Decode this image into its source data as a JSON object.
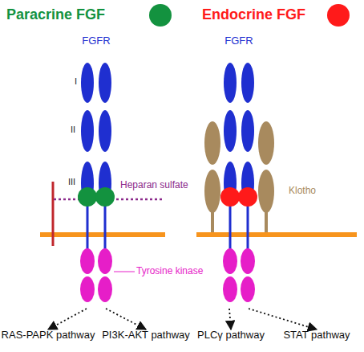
{
  "diagram": {
    "nodes": [
      {
        "text": [
          "FGFR"
        ]
      },
      {
        "text": [
          "FGFR"
        ]
      },
      {
        "text": [
          "RAS-PAPK pathway"
        ]
      },
      {
        "text": [
          "PI3K-AKT pathway"
        ]
      },
      {
        "text": [
          "PLCγ pathway"
        ]
      },
      {
        "text": [
          "STAT pathway"
        ]
      }
    ],
    "edges": [
      {
        "from": 0,
        "to": 2,
        "arrow": "to"
      },
      {
        "from": 0,
        "to": 3,
        "arrow": "to"
      },
      {
        "from": 1,
        "to": 4,
        "arrow": "to"
      },
      {
        "from": 1,
        "to": 5,
        "arrow": "to"
      }
    ],
    "labels": [
      "I",
      "II",
      "III",
      "Heparan sulfate",
      "Klotho",
      "Tyrosine kinase"
    ],
    "legend": [
      {
        "text": "Paracrine FGF",
        "color": "#13923f"
      },
      {
        "text": "Endocrine FGF",
        "color": "#ff1a1a"
      }
    ]
  }
}
